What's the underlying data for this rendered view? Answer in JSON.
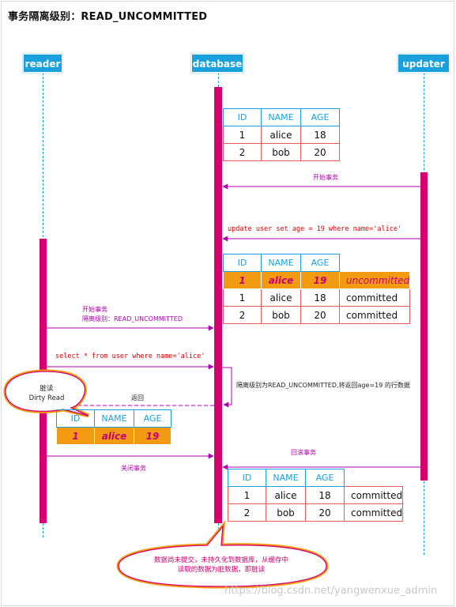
{
  "title": "事务隔离级别：READ_UNCOMMITTED",
  "actors": {
    "reader": "reader",
    "database": "database",
    "updater": "updater"
  },
  "headers": [
    "ID",
    "NAME",
    "AGE"
  ],
  "table1": {
    "rows": [
      [
        "1",
        "alice",
        "18"
      ],
      [
        "2",
        "bob",
        "20"
      ]
    ]
  },
  "table2": {
    "rows": [
      {
        "cells": [
          "1",
          "alice",
          "19"
        ],
        "status": "uncommitted"
      },
      {
        "cells": [
          "1",
          "alice",
          "18"
        ],
        "status": "committed"
      },
      {
        "cells": [
          "2",
          "bob",
          "20"
        ],
        "status": "committed"
      }
    ]
  },
  "table3": {
    "row": [
      "1",
      "alice",
      "19"
    ]
  },
  "table4": {
    "rows": [
      {
        "cells": [
          "1",
          "alice",
          "18"
        ],
        "status": "committed"
      },
      {
        "cells": [
          "2",
          "bob",
          "20"
        ],
        "status": "committed"
      }
    ]
  },
  "messages": {
    "updater_begin": "开始事务",
    "update_sql": "update user set age = 19 where name='alice'",
    "reader_begin_1": "开始事务",
    "reader_begin_2": "隔离级别：READ_UNCOMMITTED",
    "select_sql": "select * from user where name='alice'",
    "db_note": "隔离级别为READ_UNCOMMITTED,将返回age=19 的行数据",
    "return": "返回",
    "rollback": "回滚事务",
    "close": "关闭事务"
  },
  "callouts": {
    "dirty_read_cn": "脏读",
    "dirty_read_en": "Dirty Read",
    "explain_line1": "数据尚未提交，未持久化到数据库，从缓存中",
    "explain_line2": "读取的数据为脏数据，即脏读"
  },
  "watermark": "https://blog.csdn.net/yangwenxue_admin",
  "colors": {
    "actor": "#1aa0dc",
    "bar": "#d6006f",
    "message": "#b000b0",
    "sql": "#e00000",
    "highlight": "#f29b12"
  }
}
